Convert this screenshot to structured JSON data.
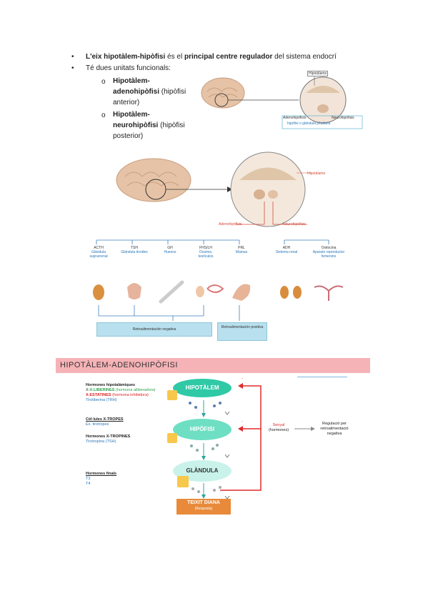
{
  "bullets": [
    {
      "bold1": "L'eix hipotàlem-hipòfisi",
      "mid": " és el ",
      "bold2": "principal centre regulador",
      "rest": " del sistema endocrí"
    },
    {
      "text": "Té dues unitats funcionals:"
    }
  ],
  "subitems": [
    {
      "bold": "Hipotàlem-adenohipòfisi",
      "rest": "(hipòfisi anterior)",
      "line1": "Hipotàlem-",
      "line2b": "adenohipòfisi",
      "line2r": " (hipòfisi",
      "line3": "anterior)"
    },
    {
      "line1": "Hipotàlem-",
      "line2b": "neurohipòfisi",
      "line2r": " (hipòfisi",
      "line3": "posterior)"
    }
  ],
  "figure1": {
    "label_top": "Hipotálamo",
    "label_left": "Adenohipófisis",
    "label_right": "Neurohipófisis",
    "caption": "hipófisi o glándula pituitaria"
  },
  "figure2": {
    "hipotalamo": "Hipotálamo",
    "adeno": "Adenohipófisis",
    "neuro": "Neurohipófisis",
    "hormones": [
      {
        "name": "ACTH",
        "target": "Glándula suprarrenal"
      },
      {
        "name": "TSH",
        "target": "Glándula tiroides"
      },
      {
        "name": "GH",
        "target": "Huesos"
      },
      {
        "name": "FHS/LH",
        "target": "Ovarios, testículos"
      },
      {
        "name": "PRL",
        "target": "Mamas"
      },
      {
        "name": "ADH",
        "target": "Sistema renal"
      },
      {
        "name": "Oxitocina",
        "target": "Aparato reproductor femenino"
      }
    ],
    "feedback_neg": "Retroalimentación negativa",
    "feedback_pos": "Retroalimentación positiva"
  },
  "section_title": "HIPOTÀLEM-ADENOHIPÒFISI",
  "left_notes": {
    "hormones_hip_title": "Hormones hipotalàmiques",
    "liberines": "X-LIBERINES",
    "liberines_note": "(hormona alliberadora)",
    "estatines": "X-ESTATINES",
    "estatines_note": "(hormona inhibidora)",
    "example1": "Tiroliberina (TRH)",
    "cells_title": "Cèl·lules X-TROPES",
    "cells_example": "Ex. tirotropes",
    "tropines_title": "Hormones X-TROPINES",
    "tropines_example": "Tirotropina (TSH)",
    "final_title": "Hormones finals",
    "t3": "T3",
    "t4": "T4"
  },
  "flow": {
    "hipotalem": "HIPOTÀLEM",
    "hipofisi": "HIPÒFISI",
    "glandula": "GLÀNDULA",
    "teixit": "TEIXIT DIANA",
    "resposta": "(Resposta)",
    "senyal": "Senyal",
    "senyal_sub": "(hormones)",
    "regulacio": "Regulació per retroalimentació negativa",
    "minus": "-"
  },
  "colors": {
    "header_bg": "#f6b3b7",
    "oval": "#2fc9a6",
    "oval_light": "#c8f2ea",
    "arrow_red": "#e02a2a",
    "teixit": "#e88a3a",
    "box_blue": "#b9e0ee"
  }
}
